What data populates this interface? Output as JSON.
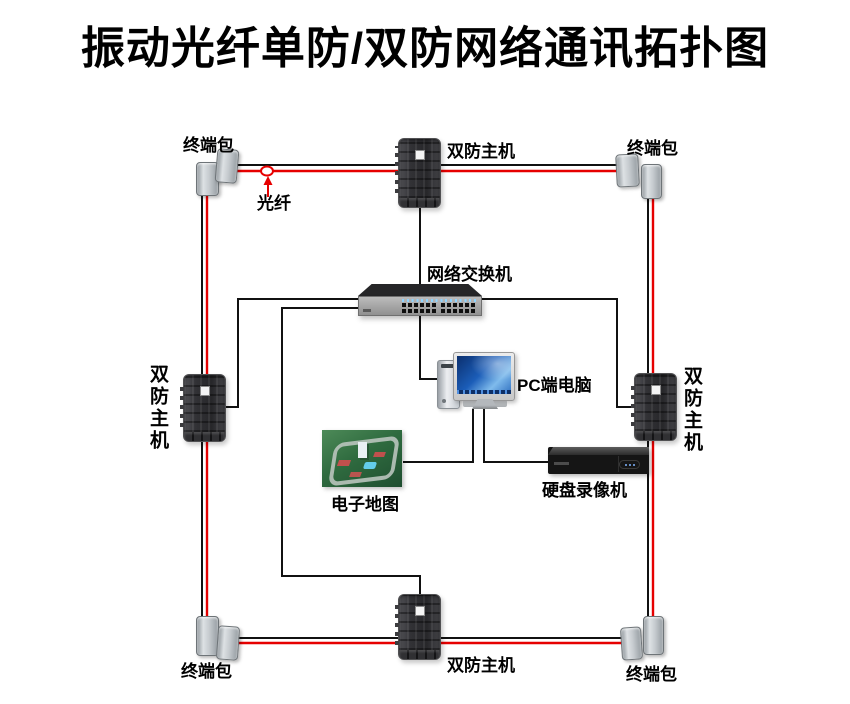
{
  "title": "振动光纤单防/双防网络通讯拓扑图",
  "colors": {
    "fiber_line": "#e60000",
    "cable_line": "#111111",
    "background": "#ffffff",
    "host_body": "#2c2c2f",
    "pack_body": "#c6cbcf",
    "screen_blue": "#1b5db8"
  },
  "nodes": {
    "terminal_top_left": {
      "label": "终端包"
    },
    "terminal_top_right": {
      "label": "终端包"
    },
    "terminal_bottom_left": {
      "label": "终端包"
    },
    "terminal_bottom_right": {
      "label": "终端包"
    },
    "host_top": {
      "label": "双防主机"
    },
    "host_bottom": {
      "label": "双防主机"
    },
    "host_left": {
      "label": "双防主机"
    },
    "host_right": {
      "label": "双防主机"
    },
    "switch": {
      "label": "网络交换机"
    },
    "pc": {
      "label": "PC端电脑"
    },
    "map": {
      "label": "电子地图"
    },
    "dvr": {
      "label": "硬盘录像机"
    }
  },
  "annotations": {
    "fiber": {
      "label": "光纤"
    }
  }
}
